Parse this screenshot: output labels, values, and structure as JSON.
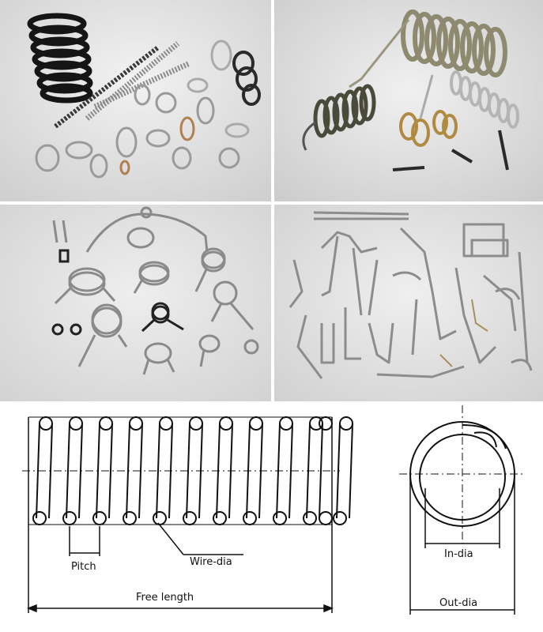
{
  "diagram": {
    "compression": {
      "pitch_label": "Pitch",
      "wire_dia_label": "Wire-dia",
      "free_length_label": "Free length"
    },
    "cross_section": {
      "in_dia_label": "In-dia",
      "out_dia_label": "Out-dia"
    }
  },
  "colors": {
    "photo_background": "#e4e4e4",
    "line": "#111111"
  }
}
